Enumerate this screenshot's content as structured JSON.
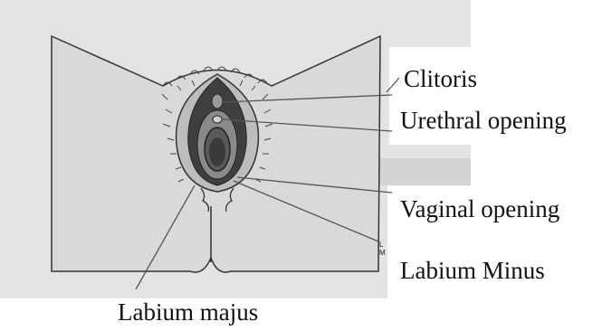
{
  "labels": {
    "clitoris": "Clitoris",
    "urethral_opening": "Urethral opening",
    "vaginal_opening": "Vaginal opening",
    "labium_minus": "Labium Minus",
    "labium_majus": "Labium majus"
  },
  "fragment_text": "L\nM",
  "colors": {
    "paper": "#e2e2e2",
    "skin": "#d9d9d9",
    "inner_dark": "#3f3f3f",
    "vestibule": "#8a8a8a",
    "line": "#555555"
  }
}
